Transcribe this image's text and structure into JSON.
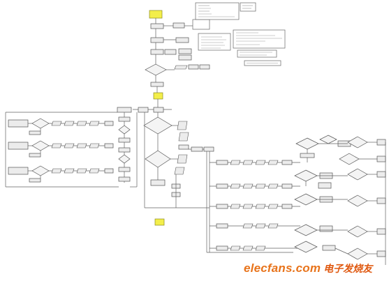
{
  "diagram": {
    "kind": "flowchart",
    "background": "#ffffff",
    "line_color": "#555555",
    "box_fill": "#ececec",
    "start_fill": "#f3ee4a",
    "terminal_fill": "#f3ee4a"
  },
  "watermark": {
    "brand": "elecfans",
    "domain": ".com",
    "cn_text": "电子发烧友",
    "color": "#e8741c"
  }
}
